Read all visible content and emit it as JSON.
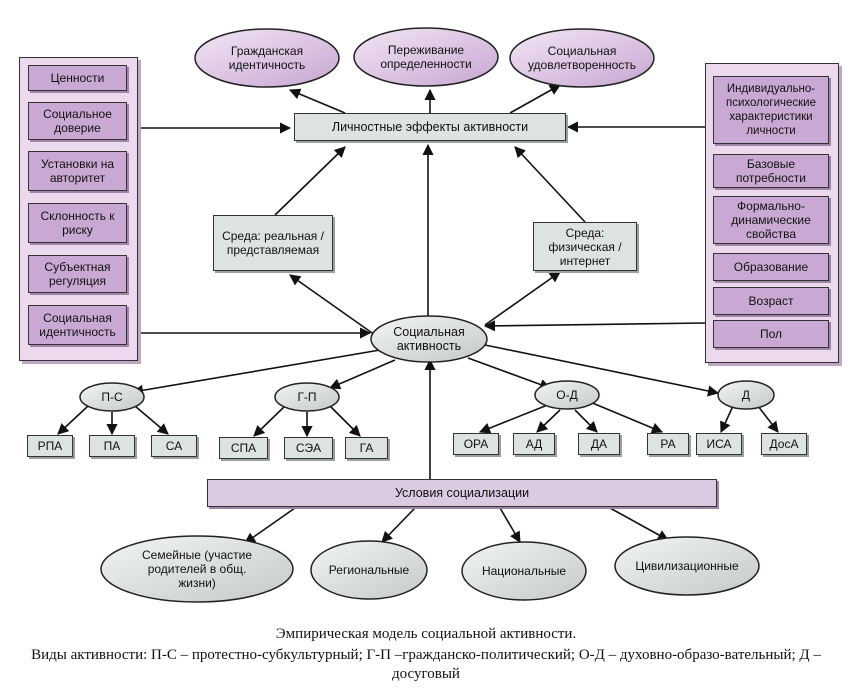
{
  "effects": {
    "civic": "Гражданская идентичность",
    "certainty": "Переживание определенности",
    "satisfaction": "Социальная удовлетворенность"
  },
  "center_box": "Личностные эффекты активности",
  "left_factors": [
    "Ценности",
    "Социальное доверие",
    "Установки на авторитет",
    "Склонность к риску",
    "Субъектная регуляция",
    "Социальная идентичность"
  ],
  "right_factors": [
    "Индивидуально-психологические характеристики личности",
    "Базовые потребности",
    "Формально-динамические свойства",
    "Образование",
    "Возраст",
    "Пол"
  ],
  "env_real": "Среда: реальная / представляемая",
  "env_phys": "Среда: физическая / интернет",
  "activity": "Социальная активность",
  "groups": {
    "ps": {
      "label": "П-С",
      "items": [
        "РПА",
        "ПА",
        "СА"
      ]
    },
    "gp": {
      "label": "Г-П",
      "items": [
        "СПА",
        "СЭА",
        "ГА"
      ]
    },
    "od": {
      "label": "О-Д",
      "items": [
        "ОРА",
        "АД",
        "ДА",
        "РА"
      ]
    },
    "d": {
      "label": "Д",
      "items": [
        "ИСА",
        "ДосА"
      ]
    }
  },
  "conditions": "Условия социализации",
  "conditions_items": [
    "Семейные (участие родителей в общ. жизни)",
    "Региональные",
    "Национальные",
    "Цивилизационные"
  ],
  "caption": {
    "title": "Эмпирическая модель социальной активности.",
    "legend": "Виды активности: П-С – протестно-субкультурный; Г-П –гражданско-политический; О-Д – духовно-образо-вательный; Д – досуговый"
  }
}
